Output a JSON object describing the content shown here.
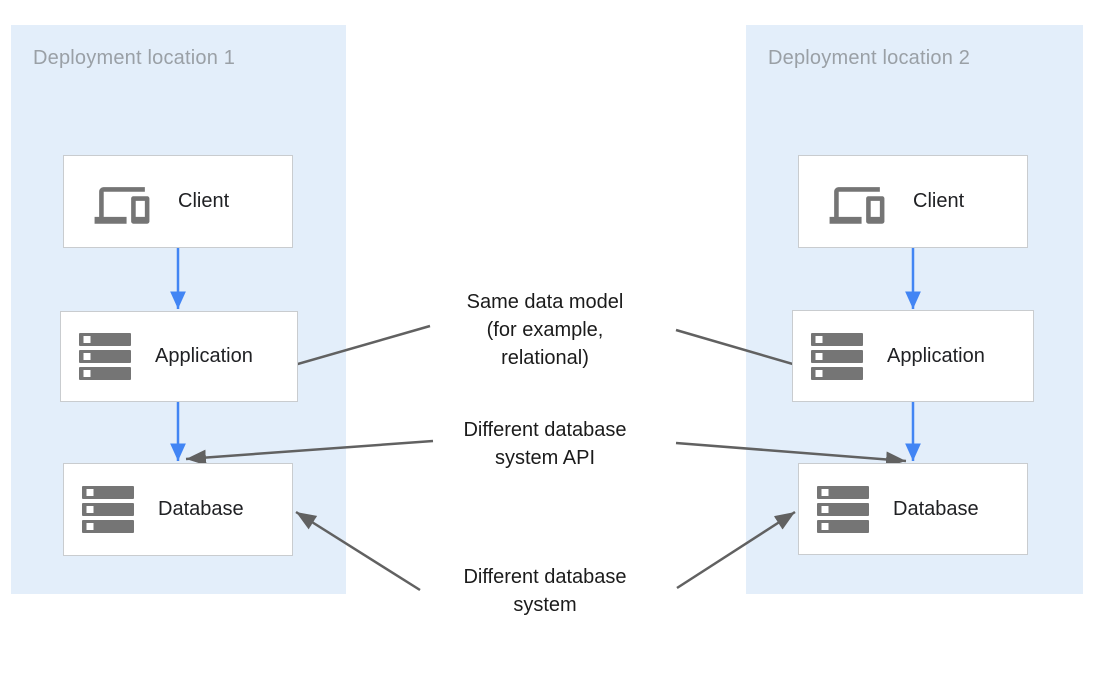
{
  "panels": [
    {
      "title": "Deployment location 1",
      "nodes": [
        {
          "label": "Client",
          "icon": "devices-icon"
        },
        {
          "label": "Application",
          "icon": "storage-icon"
        },
        {
          "label": "Database",
          "icon": "storage-icon"
        }
      ]
    },
    {
      "title": "Deployment location 2",
      "nodes": [
        {
          "label": "Client",
          "icon": "devices-icon"
        },
        {
          "label": "Application",
          "icon": "storage-icon"
        },
        {
          "label": "Database",
          "icon": "storage-icon"
        }
      ]
    }
  ],
  "annotations": [
    {
      "lines": [
        "Same data model",
        "(for example,",
        "relational)"
      ]
    },
    {
      "lines": [
        "Different database",
        "system API"
      ]
    },
    {
      "lines": [
        "Different database",
        "system"
      ]
    }
  ],
  "arrows": [
    {
      "from": "client-1",
      "to": "application-1",
      "color": "#4285f4"
    },
    {
      "from": "application-1",
      "to": "database-1",
      "color": "#4285f4"
    },
    {
      "from": "client-2",
      "to": "application-2",
      "color": "#4285f4"
    },
    {
      "from": "application-2",
      "to": "database-2",
      "color": "#4285f4"
    },
    {
      "from": "annotation-same-data-model",
      "to": "application-1",
      "color": "#616161"
    },
    {
      "from": "annotation-same-data-model",
      "to": "application-2",
      "color": "#616161"
    },
    {
      "from": "annotation-different-database-system-api",
      "to": "database-1",
      "color": "#616161"
    },
    {
      "from": "annotation-different-database-system-api",
      "to": "database-2",
      "color": "#616161"
    },
    {
      "from": "annotation-different-database-system",
      "to": "database-1",
      "color": "#616161"
    },
    {
      "from": "annotation-different-database-system",
      "to": "database-2",
      "color": "#616161"
    }
  ],
  "colors": {
    "panel_background": "#e3eefa",
    "panel_title_text": "#9aa0a6",
    "node_border": "#c9cccf",
    "node_text": "#202124",
    "icon_gray": "#757575",
    "flow_arrow_blue": "#4285f4",
    "annotation_arrow_gray": "#616161",
    "annotation_text": "#1b1b1b"
  }
}
